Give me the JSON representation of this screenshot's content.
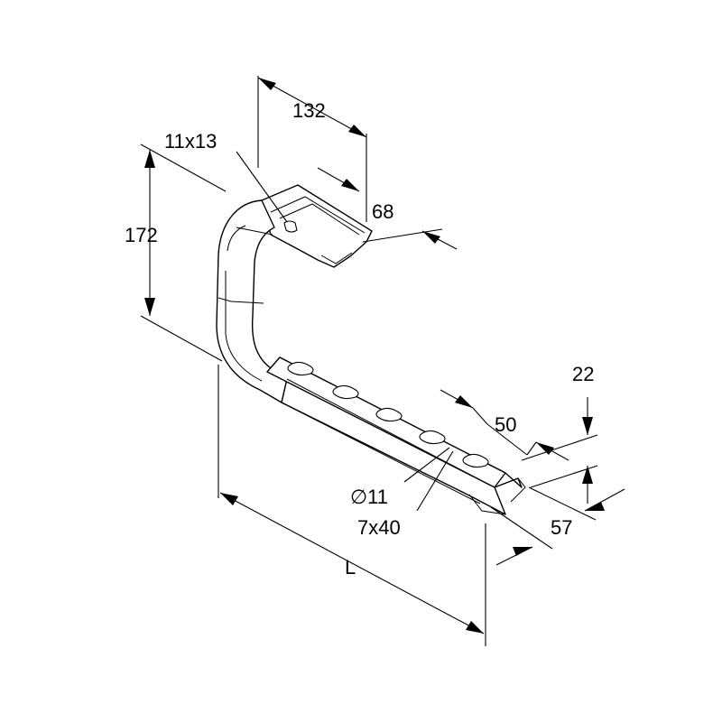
{
  "dimensions": {
    "top_width": "132",
    "slot_top": "11x13",
    "height": "172",
    "top_depth": "68",
    "flange": "22",
    "arm_width": "50",
    "hole": "∅11",
    "slot_arm": "7x40",
    "arm_depth": "57",
    "length": "L"
  },
  "colors": {
    "line": "#000000",
    "background": "#ffffff"
  }
}
